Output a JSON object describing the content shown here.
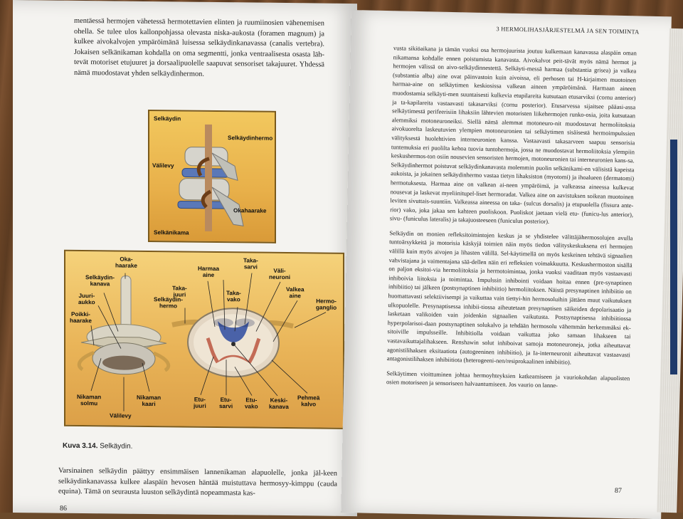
{
  "left_page": {
    "body_top": [
      "mentäessä hermojen vähetessä hermotettavien elinten ja ruumiinosien vähenemisen ohella. Se tulee ulos kallonpohjassa olevasta niska-aukosta (foramen magnum) ja kulkee aivokalvojen ympäröimänä luisessa selkäydinkanavassa (canalis vertebra). Jokaisen selkänikaman kohdalla on oma segmentti, jonka ventraalisesta osasta läh-tevät motoriset etujuuret ja dorsaalipuolelle saapuvat sensoriset takajuuret. Yhdessä nämä muodostavat yhden selkäydinhermon."
    ],
    "figure1_labels": {
      "spinal_cord": "Selkäydin",
      "spinal_nerve": "Selkäydinhermo",
      "disc": "Välilevy",
      "spinous_process": "Okahaarake",
      "vertebra": "Selkänikama"
    },
    "figure2_labels": {
      "oka_haarake": "Oka-\nhaarake",
      "canal": "Selkäydin-\nkanava",
      "root_notch": "Juuri-\naukko",
      "transverse": "Poikki-\nhaarake",
      "grey": "Harmaa\naine",
      "dorsal_root": "Taka-\njuuri",
      "dorsal_horn": "Taka-\nsarvi",
      "interneuron": "Väli-\nneuroni",
      "spinal_nerve": "Selkäydin-\nhermo",
      "dorsal_sulcus": "Taka-\nvako",
      "white": "Valkea\naine",
      "ganglion": "Hermo-\nganglio",
      "body_joint": "Nikaman\nsolmu",
      "disc": "Välilevy",
      "arch": "Nikaman\nkaari",
      "ventral_root": "Etu-\njuuri",
      "ventral_horn": "Etu-\nsarvi",
      "ventral_fissure": "Etu-\nvako",
      "central_canal": "Keski-\nkanava",
      "pia": "Pehmeä\nkalvo"
    },
    "caption_label": "Kuva 3.14.",
    "caption_text": "Selkäydin.",
    "body_bottom": "Varsinainen selkäydin päättyy ensimmäisen lannenikaman alapuolelle, jonka jäl-keen selkäydinkanavassa kulkee alaspäin hevosen häntää muistuttava hermosyy-kimppu (cauda equina). Tämä on seurausta luuston selkäydintä nopeammasta kas-",
    "page_number": "86"
  },
  "right_page": {
    "running_header": "3 HERMOLIHASJÄRJESTELMÄ JA SEN TOIMINTA",
    "paragraphs": [
      "vusta sikiöaikana ja tämän vuoksi osa hermojuurista joutuu kulkemaan kanavassa alaspäin oman nikamansa kohdalle ennen poistumista kanavasta. Aivokalvot peit-tävät myös nämä hermot ja hermojen välissä on aivo-selkäydinnestettä. Selkäyti-messä harmaa (substantia grisea) ja valkea (substantia alba) aine ovat päinvastoin kuin aivoissa, eli perhosen tai H-kirjaimen muotoinen harmaa-aine on selkäytimen keskiosissa valkean aineen ympäröimänä. Harmaan aineen muodostamia selkäyti-men suuntaisesti kulkevia etupilareita kutsutaan etusarviksi (cornu anterior) ja ta-kapilareita vastaavasti takasarviksi (cornu posterior). Etusarvessa sijaitsee pääasi-assa selkäytimestä perifeerisiin lihaksiin lähtevien motoristen liikehermojen runko-osia, joita kutsutaan alemmiksi motoneuroneiksi. Siellä nämä alemmat motoneuro-nit muodostavat hermoliitoksia aivokuorelta laskeutuvien ylempien motoneuronien tai selkäytimen sisäisestä hermoimpulssien välityksestä huolehtivien interneuronien kanssa. Vastaavasti takasarveen saapuu sensorisia tuntemuksia eri puolilta kehoa tuovia tuntohermoja, jossa ne muodostavat hermoliitoksia ylempiin keskushermos-ton osiin nousevien sensoristen hermojen, motoneuronien tai interneuronien kans-sa. Selkäydinhermot poistuvat selkäydinkanavasta molemmin puolin selkänikami-en välisistä kapeista aukoista, ja jokainen selkäydinhermo vastaa tietyn lihaksiston (myotomi) ja ihoalueen (dermatomi) hermotuksesta. Harmaa aine on valkean ai-neen ympäröimä, ja valkeassa aineessa kulkevat nousevat ja laskevat myeliinitupel-liset hermoradat. Valkea aine on aavistuksen soikean muotoinen leviten sivuttais-suuntiin. Valkeassa aineessa on taka- (sulcus dorsalis) ja etupuolella (fissura ante-rior) vako, joka jakaa sen kahteen puoliskoon. Puoliskot jaetaan vielä etu- (funicu-lus anterior), sivu- (funiculus lateralis) ja takajuosteeseen (funiculus posterior).",
      "Selkäydin on monien refleksitoimintojen keskus ja se yhdistelee välittäjähermosolujen avulla tuntoärsykkeitä ja motorisia käskyjä toimien näin myös tiedon välityskeskuksena eri hermojen välillä kuin myös aivojen ja lihasten välillä. Sel-käytimellä on myös keskeinen tehtävä signaalien vahvistajana ja vaimentajana sää-dellen näin eri refleksien voimakkuutta. Keskushermoston sisällä on paljon eksitoi-via hermoliitoksia ja hermotoimintaa, jonka vuoksi vaaditaan myös vastaavasti inhiboivia liitoksia ja toimintaa. Impulssin inhibointi voidaan hoitaa ennen (pre-synaptinen inhibiitio) tai jälkeen (postsynaptinen inhibiitio) hermoliitoksen. Näistä presynaptinen inhibiitio on huomattavasti selektiivisempi ja vaikuttaa vain tiettyi-hin hermosoluihin jättäen muut vaikutuksen ulkopuolelle. Presynaptisessa inhibii-tiossa aiheutetaan presynaptisen säikeiden depolarisaatio ja lasketaan valikoiden vain joidenkin signaalien vaikutusta. Postsynaptisessa inhibiitiossa hyperpolarisoi-daan postsynaptinen solukalvo ja tehdään hermosolu vähemmän herkemmäksi ek-sitoiville impulsseille. Inhibitiolla voidaan vaikuttaa joko samaan lihakseen tai vastavaikuttajalihakseen. Renshawin solut inhiboivat samoja motoneuroneja, jotka aiheuttavat agonistilihaksen eksitaatiota (autogeeninen inhibiitio), ja Ia-interneuronit aiheuttavat vastaavasti antagonistilihaksen inhibiitiota (heterogeeni-nen/resiprokaalinen inhibiitio).",
      "Selkäytimen vioittuminen johtaa hermoyhteyksien katkeamiseen ja vauriokohdan alapuolisten osien motoriseen ja sensoriseen halvaantumiseen. Jos vaurio on lanne-"
    ],
    "page_number": "87"
  }
}
